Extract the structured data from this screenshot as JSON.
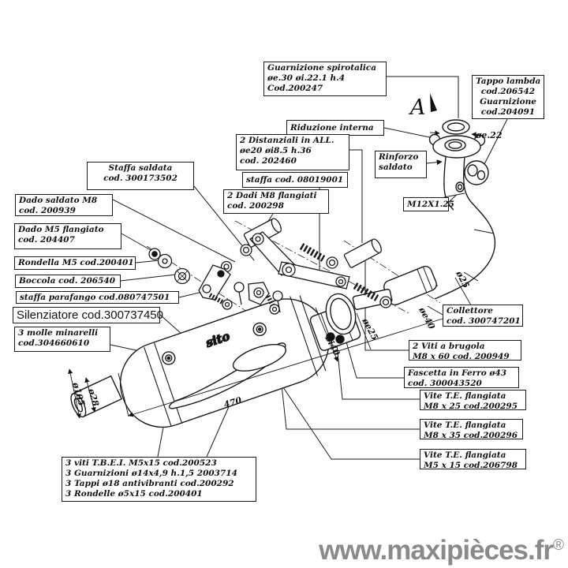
{
  "labels": {
    "guarnizione_spirotalica": [
      "Guarnizione spirotalica",
      "øe.30 øi.22.1 h.4",
      "Cod.200247"
    ],
    "tappo_lambda": [
      "Tappo lambda",
      "cod.206542",
      "Guarnizione",
      "cod.204091"
    ],
    "riduzione_interna": [
      "Riduzione interna"
    ],
    "distanziali": [
      "2 Distanziali in ALL.",
      "øe20 øi8.5 h.36",
      "cod. 202460"
    ],
    "rinforzo_saldato": [
      "Rinforzo",
      "saldato"
    ],
    "staffa": [
      "staffa cod. 08019001"
    ],
    "staffa_saldata": [
      "Staffa saldata",
      "cod. 300173502"
    ],
    "dadi_m8": [
      "2 Dadi M8 flangiati",
      "cod. 200298"
    ],
    "dado_saldato": [
      "Dado saldato M8",
      "cod. 200939"
    ],
    "m12": [
      "M12X1.25"
    ],
    "dado_m5": [
      "Dado M5 flangiato",
      "cod. 204407"
    ],
    "rondella": [
      "Rondella M5 cod.200401"
    ],
    "boccola": [
      "Boccola cod. 206540"
    ],
    "staffa_parafango": [
      "staffa parafango cod.080747501"
    ],
    "silenziatore": [
      "Silenziatore cod.300737450"
    ],
    "molle": [
      "3 molle minarelli",
      "cod.304660610"
    ],
    "collettore": [
      "Collettore",
      "cod. 300747201"
    ],
    "viti_brugola": [
      "2 Viti a brugola",
      "M8 x 60 cod. 200949"
    ],
    "fascetta": [
      "Fascetta in Ferro ø43",
      "cod. 300043520"
    ],
    "vite_m8x25": [
      "Vite T.E. flangiata",
      "M8 x 25 cod.200295"
    ],
    "vite_m8x35": [
      "Vite T.E. flangiata",
      "M8 x 35 cod.200296"
    ],
    "vite_m5x15": [
      "Vite T.E. flangiata",
      "M5 x 15 cod.206798"
    ],
    "kit": [
      "3 viti T.B.E.I. M5x15 cod.200523",
      "3 Guarnizioni ø14x4,9 h.1,5 2003714",
      "3 Tappi ø18 antivibranti cod.200292",
      "3 Rondelle ø5x15 cod.200401"
    ]
  },
  "dimensions": {
    "flange_bore": "øe.22",
    "pipe": "ø25",
    "collector_out": "øe40",
    "collector_in": "øe25",
    "clamp_bore": "øi40",
    "muffler_dia": "ø105",
    "inlet_dia": "ø28",
    "muffler_length": "470"
  },
  "marker_a": "A",
  "logo_text": "sito",
  "watermark": {
    "text": "www.maxipièces.fr",
    "reg": "®",
    "color": "#8a8a8a"
  }
}
